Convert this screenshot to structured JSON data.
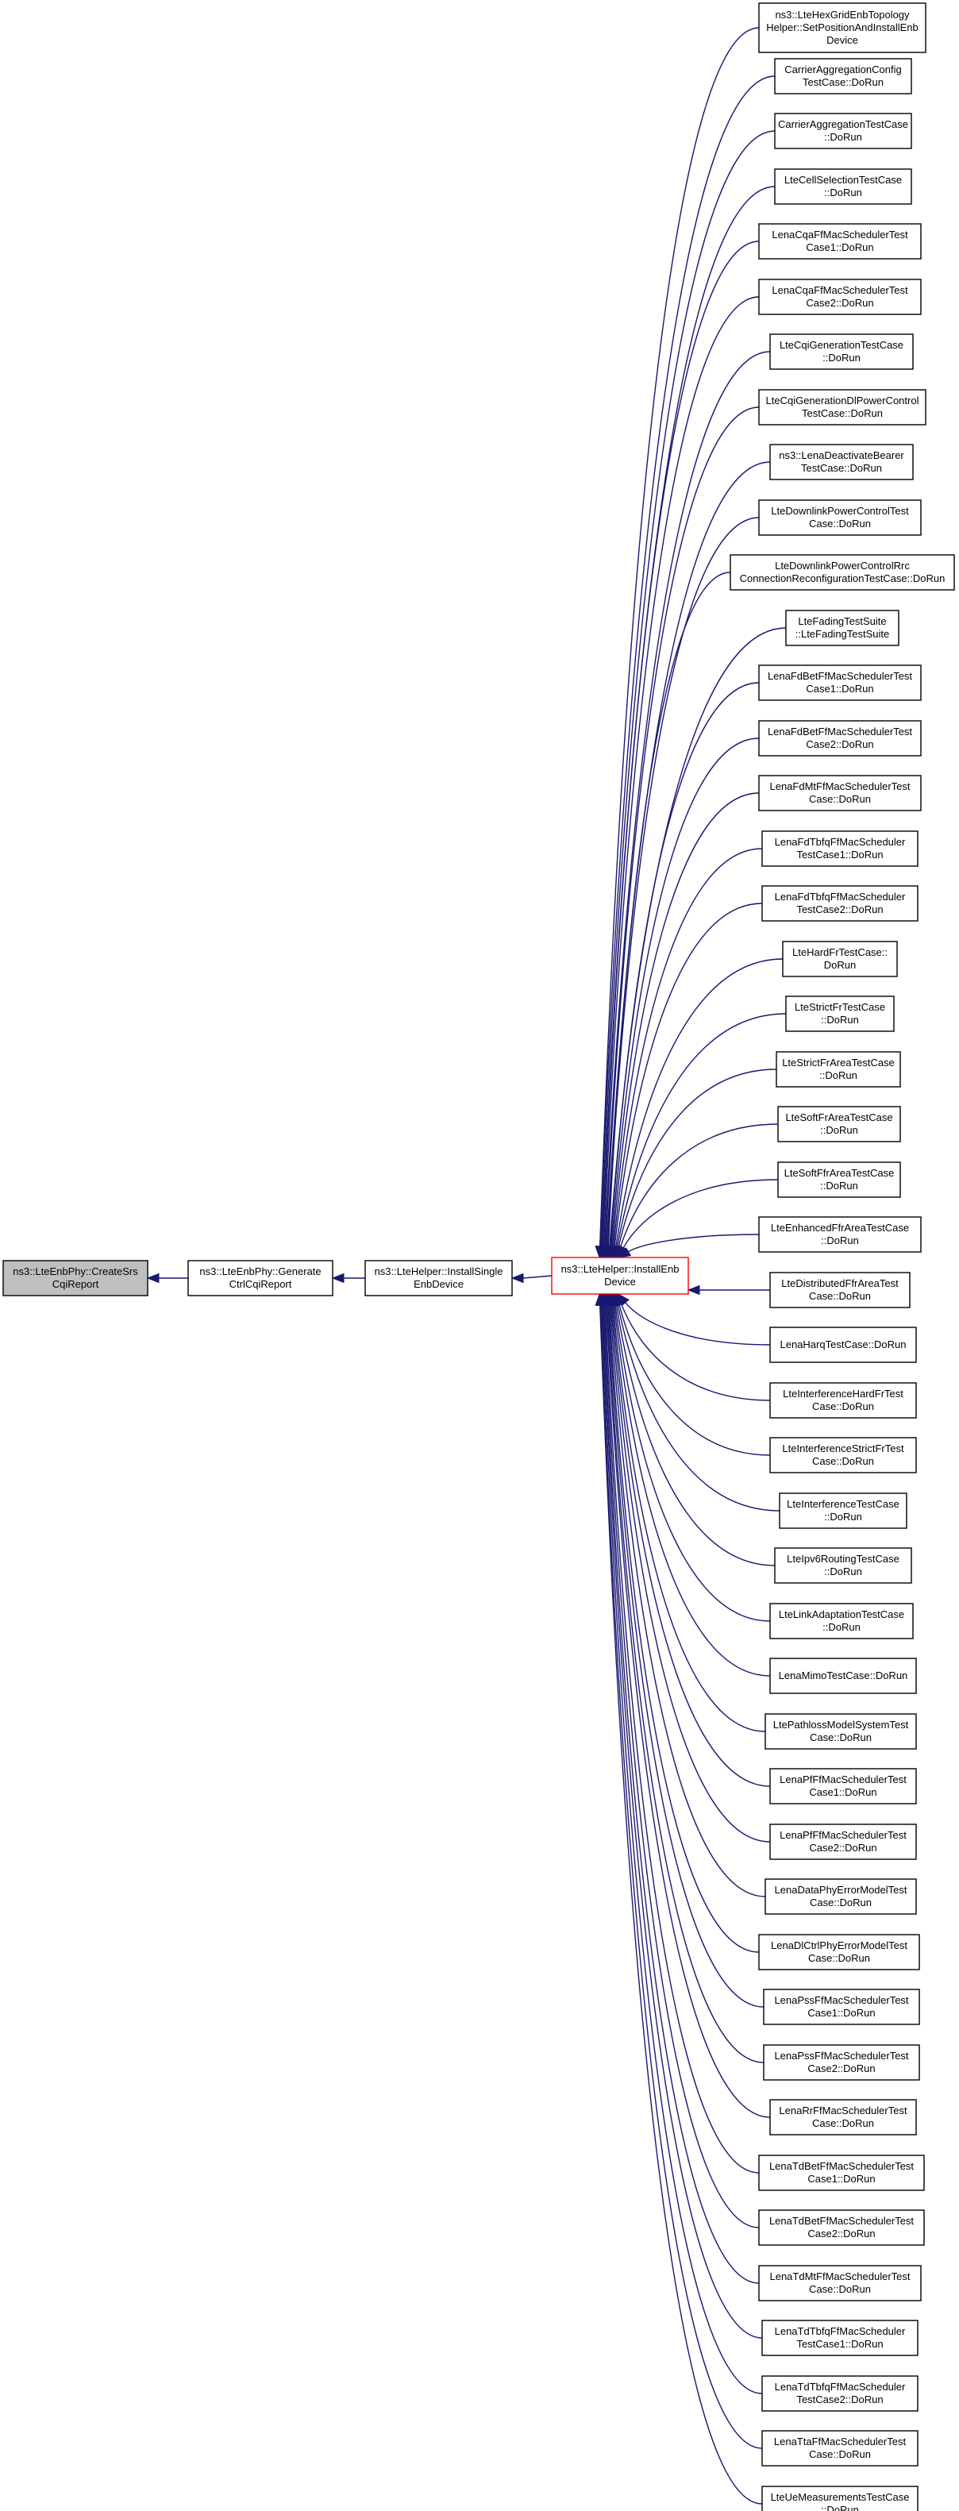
{
  "graph": {
    "colors": {
      "edge": "#191970",
      "highlight_border": "#ff0000",
      "current_fill": "#bfbfbf",
      "node_border": "#000000",
      "node_fill": "#ffffff"
    },
    "chain": [
      {
        "id": "create-srs-cqi-report",
        "lines": [
          "ns3::LteEnbPhy::CreateSrs",
          "CqiReport"
        ],
        "style": "current"
      },
      {
        "id": "generate-ctrl-cqi-report",
        "lines": [
          "ns3::LteEnbPhy::Generate",
          "CtrlCqiReport"
        ],
        "style": "normal"
      },
      {
        "id": "install-single-enb-device",
        "lines": [
          "ns3::LteHelper::InstallSingle",
          "EnbDevice"
        ],
        "style": "normal"
      },
      {
        "id": "install-enb-device",
        "lines": [
          "ns3::LteHelper::InstallEnb",
          "Device"
        ],
        "style": "highlight"
      }
    ],
    "callers": [
      {
        "lines": [
          "ns3::LteHexGridEnbTopology",
          "Helper::SetPositionAndInstallEnb",
          "Device"
        ]
      },
      {
        "lines": [
          "CarrierAggregationConfig",
          "TestCase::DoRun"
        ]
      },
      {
        "lines": [
          "CarrierAggregationTestCase",
          "::DoRun"
        ]
      },
      {
        "lines": [
          "LteCellSelectionTestCase",
          "::DoRun"
        ]
      },
      {
        "lines": [
          "LenaCqaFfMacSchedulerTest",
          "Case1::DoRun"
        ]
      },
      {
        "lines": [
          "LenaCqaFfMacSchedulerTest",
          "Case2::DoRun"
        ]
      },
      {
        "lines": [
          "LteCqiGenerationTestCase",
          "::DoRun"
        ]
      },
      {
        "lines": [
          "LteCqiGenerationDlPowerControl",
          "TestCase::DoRun"
        ]
      },
      {
        "lines": [
          "ns3::LenaDeactivateBearer",
          "TestCase::DoRun"
        ]
      },
      {
        "lines": [
          "LteDownlinkPowerControlTest",
          "Case::DoRun"
        ]
      },
      {
        "lines": [
          "LteDownlinkPowerControlRrc",
          "ConnectionReconfigurationTestCase::DoRun"
        ]
      },
      {
        "lines": [
          "LteFadingTestSuite",
          "::LteFadingTestSuite"
        ]
      },
      {
        "lines": [
          "LenaFdBetFfMacSchedulerTest",
          "Case1::DoRun"
        ]
      },
      {
        "lines": [
          "LenaFdBetFfMacSchedulerTest",
          "Case2::DoRun"
        ]
      },
      {
        "lines": [
          "LenaFdMtFfMacSchedulerTest",
          "Case::DoRun"
        ]
      },
      {
        "lines": [
          "LenaFdTbfqFfMacScheduler",
          "TestCase1::DoRun"
        ]
      },
      {
        "lines": [
          "LenaFdTbfqFfMacScheduler",
          "TestCase2::DoRun"
        ]
      },
      {
        "lines": [
          "LteHardFrTestCase::",
          "DoRun"
        ]
      },
      {
        "lines": [
          "LteStrictFrTestCase",
          "::DoRun"
        ]
      },
      {
        "lines": [
          "LteStrictFrAreaTestCase",
          "::DoRun"
        ]
      },
      {
        "lines": [
          "LteSoftFrAreaTestCase",
          "::DoRun"
        ]
      },
      {
        "lines": [
          "LteSoftFfrAreaTestCase",
          "::DoRun"
        ]
      },
      {
        "lines": [
          "LteEnhancedFfrAreaTestCase",
          "::DoRun"
        ]
      },
      {
        "lines": [
          "LteDistributedFfrAreaTest",
          "Case::DoRun"
        ]
      },
      {
        "lines": [
          "LenaHarqTestCase::DoRun"
        ]
      },
      {
        "lines": [
          "LteInterferenceHardFrTest",
          "Case::DoRun"
        ]
      },
      {
        "lines": [
          "LteInterferenceStrictFrTest",
          "Case::DoRun"
        ]
      },
      {
        "lines": [
          "LteInterferenceTestCase",
          "::DoRun"
        ]
      },
      {
        "lines": [
          "LteIpv6RoutingTestCase",
          "::DoRun"
        ]
      },
      {
        "lines": [
          "LteLinkAdaptationTestCase",
          "::DoRun"
        ]
      },
      {
        "lines": [
          "LenaMimoTestCase::DoRun"
        ]
      },
      {
        "lines": [
          "LtePathlossModelSystemTest",
          "Case::DoRun"
        ]
      },
      {
        "lines": [
          "LenaPfFfMacSchedulerTest",
          "Case1::DoRun"
        ]
      },
      {
        "lines": [
          "LenaPfFfMacSchedulerTest",
          "Case2::DoRun"
        ]
      },
      {
        "lines": [
          "LenaDataPhyErrorModelTest",
          "Case::DoRun"
        ]
      },
      {
        "lines": [
          "LenaDlCtrlPhyErrorModelTest",
          "Case::DoRun"
        ]
      },
      {
        "lines": [
          "LenaPssFfMacSchedulerTest",
          "Case1::DoRun"
        ]
      },
      {
        "lines": [
          "LenaPssFfMacSchedulerTest",
          "Case2::DoRun"
        ]
      },
      {
        "lines": [
          "LenaRrFfMacSchedulerTest",
          "Case::DoRun"
        ]
      },
      {
        "lines": [
          "LenaTdBetFfMacSchedulerTest",
          "Case1::DoRun"
        ]
      },
      {
        "lines": [
          "LenaTdBetFfMacSchedulerTest",
          "Case2::DoRun"
        ]
      },
      {
        "lines": [
          "LenaTdMtFfMacSchedulerTest",
          "Case::DoRun"
        ]
      },
      {
        "lines": [
          "LenaTdTbfqFfMacScheduler",
          "TestCase1::DoRun"
        ]
      },
      {
        "lines": [
          "LenaTdTbfqFfMacScheduler",
          "TestCase2::DoRun"
        ]
      },
      {
        "lines": [
          "LenaTtaFfMacSchedulerTest",
          "Case::DoRun"
        ]
      },
      {
        "lines": [
          "LteUeMeasurementsTestCase",
          "::DoRun"
        ]
      }
    ]
  }
}
